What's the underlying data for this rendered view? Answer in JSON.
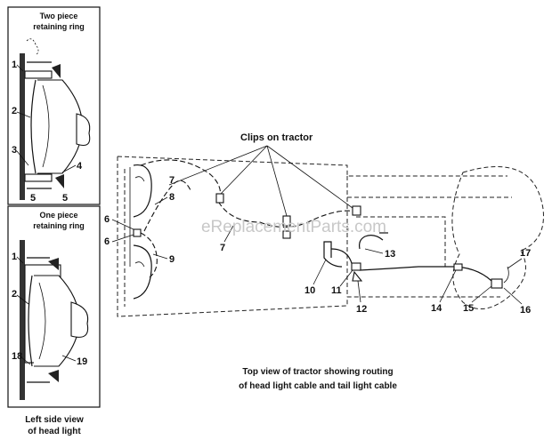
{
  "top_panel": {
    "title_line1": "Two piece",
    "title_line2": "retaining ring",
    "callouts": [
      "1",
      "2",
      "3",
      "4",
      "5",
      "5"
    ]
  },
  "bottom_panel": {
    "title_line1": "One piece",
    "title_line2": "retaining ring",
    "callouts": [
      "1",
      "2",
      "18",
      "19"
    ]
  },
  "side_caption": {
    "line1": "Left side view",
    "line2": "of head light"
  },
  "main": {
    "clips_label": "Clips on tractor",
    "callouts": [
      "6",
      "6",
      "7",
      "7",
      "8",
      "9",
      "10",
      "11",
      "12",
      "13",
      "14",
      "15",
      "16",
      "17"
    ],
    "caption_line1": "Top view of tractor showing routing",
    "caption_line2": "of head light cable and tail light cable"
  },
  "watermark": "eReplacementParts.com"
}
